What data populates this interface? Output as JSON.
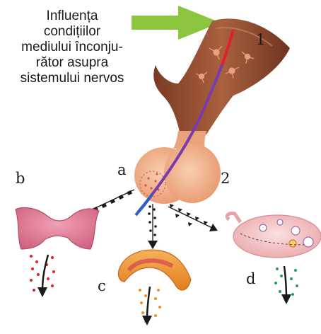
{
  "caption": {
    "lines": [
      "Influența",
      "condițiilor",
      "mediului înconju-",
      "rător asupra",
      "sistemului nervos"
    ]
  },
  "labels": {
    "hypothalamus": "1",
    "pituitary": "2",
    "anterior_lobe": "a",
    "thyroid": "b",
    "adrenal": "c",
    "ovary": "d"
  },
  "colors": {
    "green_arrow": "#8cc63f",
    "brain_brown": "#8a4a2e",
    "gland_skin": "#f2b48e",
    "thyroid": "#e07b94",
    "adrenal_outer": "#f0a040",
    "ovary": "#f6c4c4",
    "dots_thyroid": "#e8212b",
    "dots_adrenal": "#f29229",
    "dots_ovary": "#23a05a"
  }
}
